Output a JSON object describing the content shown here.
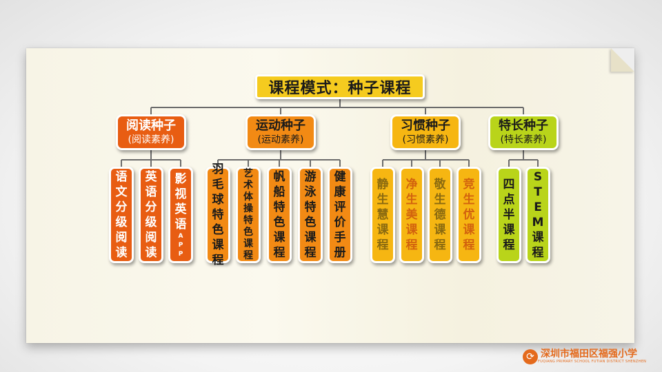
{
  "title": "课程模式：种子课程",
  "categories": [
    {
      "name": "阅读种子",
      "sub": "(阅读素养)",
      "bg": "#e85d12",
      "fg": "#ffffff",
      "items": [
        [
          "语",
          "文",
          "分",
          "级",
          "阅",
          "读"
        ],
        [
          "英",
          "语",
          "分",
          "级",
          "阅",
          "读"
        ],
        [
          "影",
          "视",
          "英",
          "语",
          "A",
          "P",
          "P"
        ]
      ]
    },
    {
      "name": "运动种子",
      "sub": "(运动素养)",
      "bg": "#f28a14",
      "fg": "#1a1a1a",
      "items": [
        [
          "羽",
          "毛",
          "球",
          "特",
          "色",
          "课",
          "程"
        ],
        [
          "艺",
          "术",
          "体",
          "操",
          "特",
          "色",
          "课",
          "程"
        ],
        [
          "帆",
          "船",
          "特",
          "色",
          "课",
          "程"
        ],
        [
          "游",
          "泳",
          "特",
          "色",
          "课",
          "程"
        ],
        [
          "健",
          "康",
          "评",
          "价",
          "手",
          "册"
        ]
      ]
    },
    {
      "name": "习惯种子",
      "sub": "(习惯素养)",
      "bg": "#f6b612",
      "fg": "#1a1a1a",
      "items": [
        [
          "静",
          "生",
          "慧",
          "课",
          "程"
        ],
        [
          "净",
          "生",
          "美",
          "课",
          "程"
        ],
        [
          "敬",
          "生",
          "德",
          "课",
          "程"
        ],
        [
          "竞",
          "生",
          "优",
          "课",
          "程"
        ]
      ]
    },
    {
      "name": "特长种子",
      "sub": "(特长素养)",
      "bg": "#b9d41a",
      "fg": "#1a1a1a",
      "items": [
        [
          "四",
          "点",
          "半",
          "课",
          "程"
        ],
        [
          "S",
          "T",
          "E",
          "M",
          "课",
          "程"
        ]
      ]
    }
  ],
  "leaf_text_colors": {
    "习惯种子": [
      "#8a6a10",
      "#d2620e",
      "#8a6a10",
      "#d2620e"
    ]
  },
  "logo": {
    "icon": "school-logo-icon",
    "name": "深圳市福田区福强小学",
    "sub": "FUQIANG PRIMARY SCHOOL FUTIAN DISTRICT SHENZHEN"
  },
  "colors": {
    "title_bg": "#f5cb1f",
    "line": "#6b6b6b"
  }
}
